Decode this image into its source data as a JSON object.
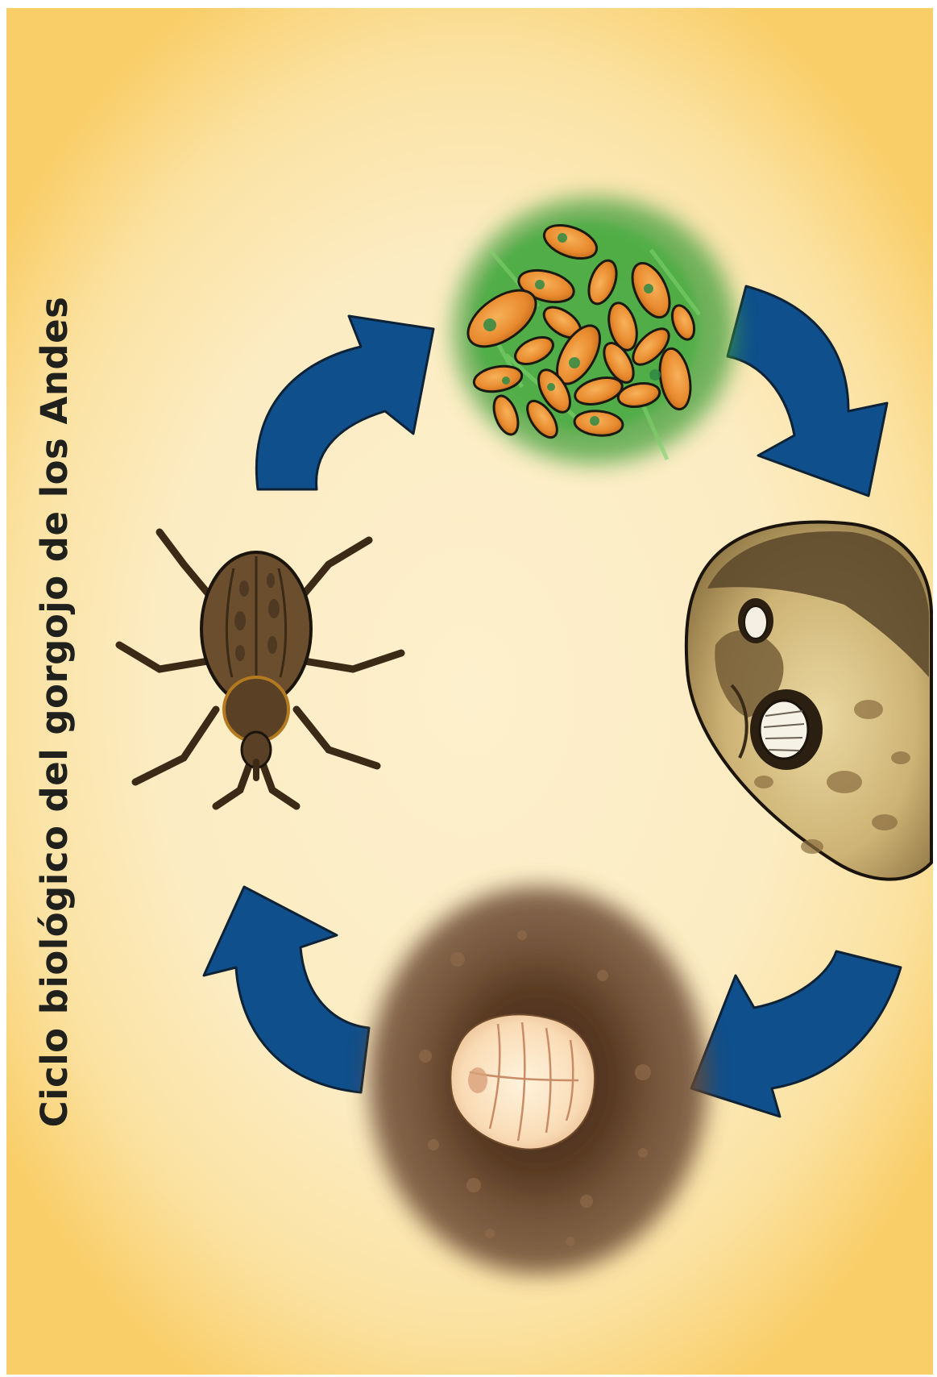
{
  "title": "Ciclo biológico del gorgojo de los Andes",
  "stages": [
    {
      "name": "huevos",
      "icon": "eggs-illustration"
    },
    {
      "name": "larva",
      "icon": "larva-in-potato-illustration"
    },
    {
      "name": "pupa",
      "icon": "pupa-in-soil-illustration"
    },
    {
      "name": "adulto",
      "icon": "adult-weevil-illustration"
    }
  ],
  "colors": {
    "background": "#fcecc3",
    "background_edge": "#f9cd67",
    "arrow": "#0f4f8c",
    "title": "#20201c"
  }
}
